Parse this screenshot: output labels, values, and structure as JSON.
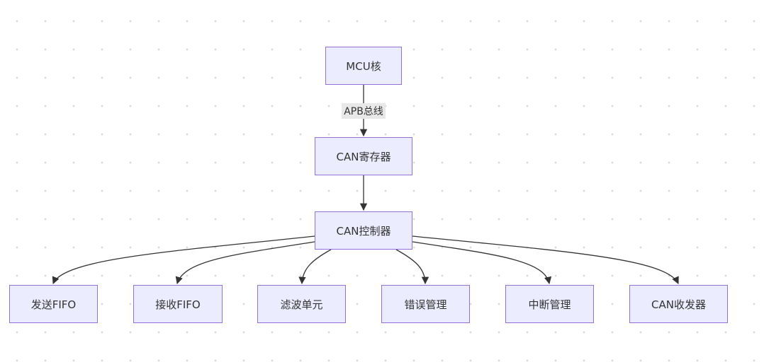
{
  "diagram": {
    "nodes": {
      "mcu": "MCU核",
      "registers": "CAN寄存器",
      "controller": "CAN控制器",
      "tx_fifo": "发送FIFO",
      "rx_fifo": "接收FIFO",
      "filter": "滤波单元",
      "error_mgmt": "错误管理",
      "interrupt_mgmt": "中断管理",
      "transceiver": "CAN收发器"
    },
    "edges": [
      {
        "from": "mcu",
        "to": "registers",
        "label": "APB总线"
      },
      {
        "from": "registers",
        "to": "controller",
        "label": ""
      },
      {
        "from": "controller",
        "to": "tx_fifo",
        "label": ""
      },
      {
        "from": "controller",
        "to": "rx_fifo",
        "label": ""
      },
      {
        "from": "controller",
        "to": "filter",
        "label": ""
      },
      {
        "from": "controller",
        "to": "error_mgmt",
        "label": ""
      },
      {
        "from": "controller",
        "to": "interrupt_mgmt",
        "label": ""
      },
      {
        "from": "controller",
        "to": "transceiver",
        "label": ""
      }
    ],
    "colors": {
      "node_fill": "#ececff",
      "node_border": "#9370db",
      "edge": "#333333",
      "label_bg": "#e8e8e8"
    }
  }
}
